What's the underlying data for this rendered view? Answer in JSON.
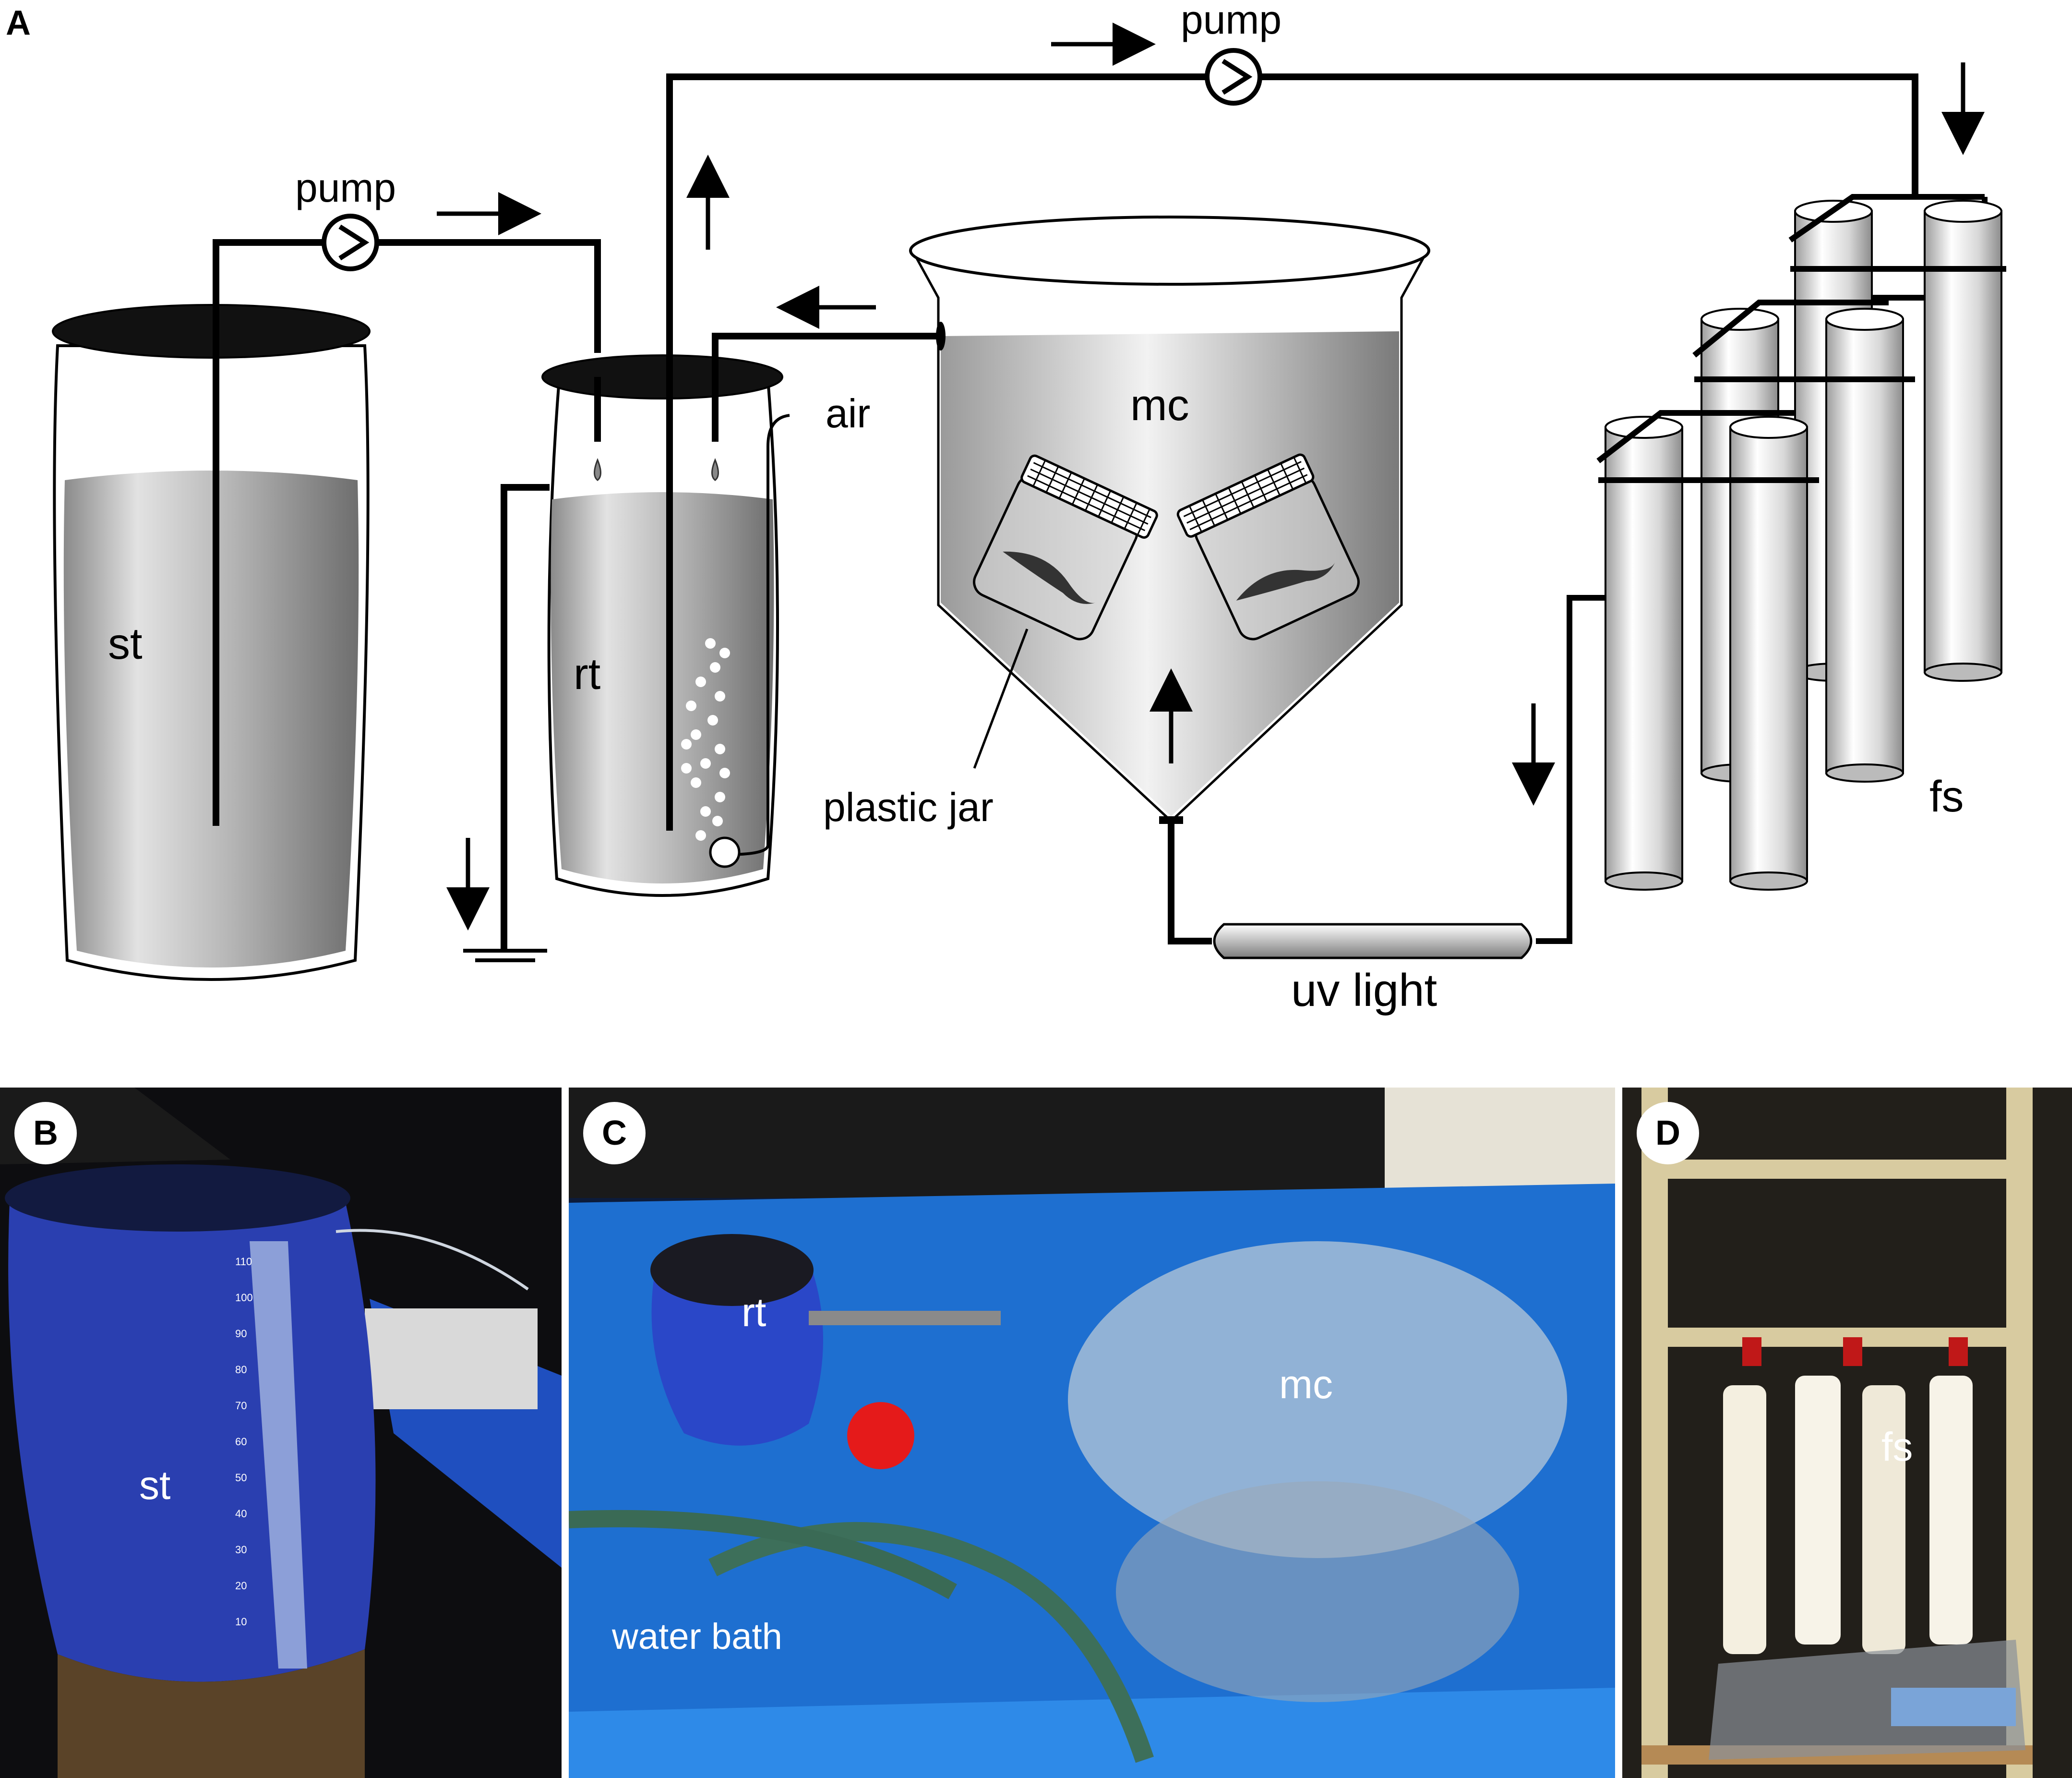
{
  "panels": {
    "A": {
      "letter": "A",
      "labels": {
        "pump_top": "pump",
        "pump_left": "pump",
        "st": "st",
        "rt": "rt",
        "air": "air",
        "mc": "mc",
        "plastic_jar": "plastic jar",
        "fs": "fs",
        "uv_light": "uv light"
      }
    },
    "B": {
      "letter": "B",
      "label": "st",
      "scale_marks": [
        "110",
        "100",
        "90",
        "80",
        "70",
        "60",
        "50",
        "40",
        "30",
        "20",
        "10"
      ]
    },
    "C": {
      "letter": "C",
      "label_rt": "rt",
      "label_mc": "mc",
      "label_bath": "water bath"
    },
    "D": {
      "letter": "D",
      "label": "fs"
    }
  },
  "colors": {
    "pipe": "#000000",
    "tank_fill": "#c8c8c8",
    "barrel_blue": "#2a3fb0",
    "bath_blue": "#1e6fd0",
    "rust_frame": "#d8cba0"
  }
}
